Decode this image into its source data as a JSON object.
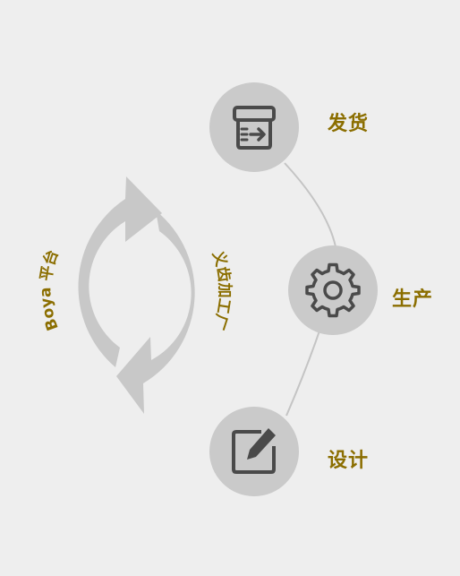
{
  "colors": {
    "background": "#eeeeee",
    "circle_fill": "#cacaca",
    "icon_stroke": "#4a4a4a",
    "label_gold": "#8b6e00",
    "arrow_fill": "#c8c8c8",
    "connector": "#c4c4c4"
  },
  "cycle": {
    "left_label": "Boya 平台",
    "right_label": "义齿加工厂"
  },
  "steps": [
    {
      "id": "shipping",
      "label": "发货",
      "icon": "box-arrow-icon"
    },
    {
      "id": "production",
      "label": "生产",
      "icon": "gear-icon"
    },
    {
      "id": "design",
      "label": "设计",
      "icon": "edit-icon"
    }
  ]
}
